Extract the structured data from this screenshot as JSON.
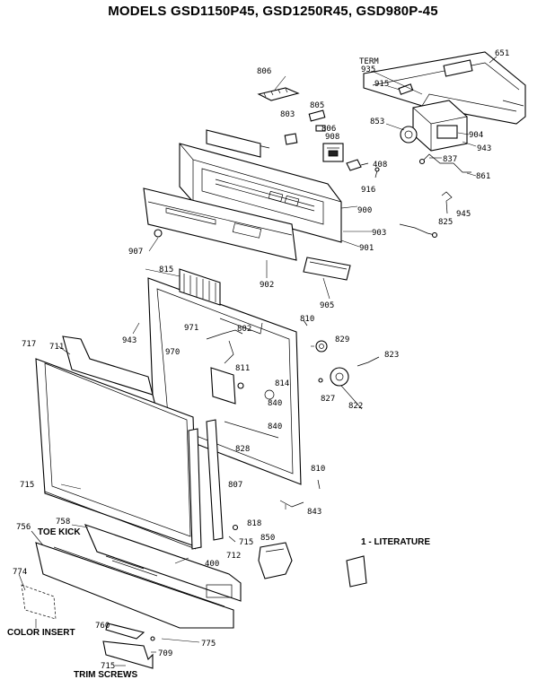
{
  "title": "MODELS GSD1150P45, GSD1250R45, GSD980P-45",
  "parts": {
    "p651": "651",
    "p806a": "806",
    "p935": "TERM\n935",
    "term": "TERM",
    "n935": "935",
    "p915": "915",
    "p805": "805",
    "p803": "803",
    "p806b": "806",
    "p908": "908",
    "p853": "853",
    "p904": "904",
    "p943a": "943",
    "p837": "837",
    "p861": "861",
    "p408": "408",
    "p916": "916",
    "p900": "900",
    "p945": "945",
    "p825": "825",
    "p903": "903",
    "p901": "901",
    "p907": "907",
    "p902": "902",
    "p815": "815",
    "p905": "905",
    "p810a": "810",
    "p943b": "943",
    "p971": "971",
    "p802": "802",
    "p829": "829",
    "p717": "717",
    "p711": "711",
    "p970": "970",
    "p823": "823",
    "p811": "811",
    "p814": "814",
    "p827": "827",
    "p822": "822",
    "p840a": "840",
    "p840b": "840",
    "p828": "828",
    "p810b": "810",
    "p715a": "715",
    "p807": "807",
    "p843": "843",
    "p758": "758",
    "p818": "818",
    "p756": "756",
    "p850": "850",
    "p715b": "715",
    "p712": "712",
    "p400": "400",
    "p774": "774",
    "p760": "760",
    "p775": "775",
    "p709": "709",
    "p715c": "715"
  },
  "callouts": {
    "toe_kick": "TOE KICK",
    "color_insert": "COLOR INSERT",
    "trim_screws": "TRIM SCREWS",
    "literature": "1 - LITERATURE"
  }
}
